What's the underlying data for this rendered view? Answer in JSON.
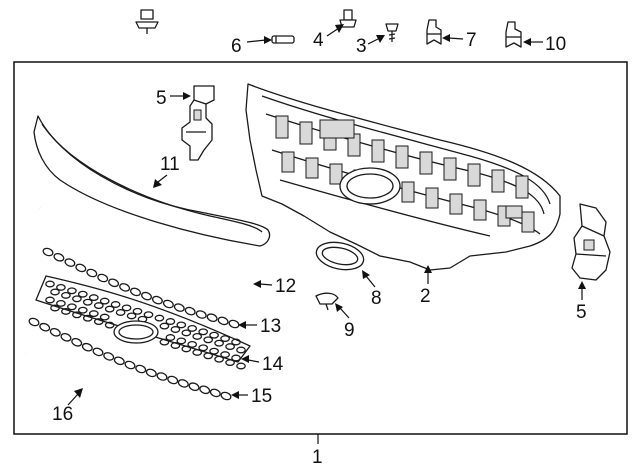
{
  "callouts": {
    "c1": "1",
    "c2": "2",
    "c3": "3",
    "c4": "4",
    "c5a": "5",
    "c5b": "5",
    "c6": "6",
    "c7": "7",
    "c8": "8",
    "c9": "9",
    "c10": "10",
    "c11": "11",
    "c12": "12",
    "c13": "13",
    "c14": "14",
    "c15": "15",
    "c16": "16"
  }
}
